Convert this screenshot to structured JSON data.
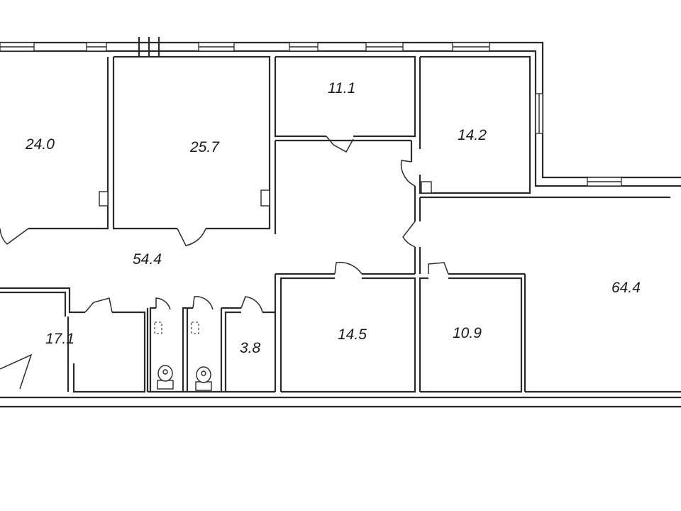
{
  "plan": {
    "rooms": [
      {
        "id": "room-a",
        "area": "24.0"
      },
      {
        "id": "room-b",
        "area": "25.7"
      },
      {
        "id": "room-c",
        "area": "11.1"
      },
      {
        "id": "room-d",
        "area": "14.2"
      },
      {
        "id": "corridor",
        "area": "54.4"
      },
      {
        "id": "room-e",
        "area": "17.1"
      },
      {
        "id": "room-f",
        "area": "3.8"
      },
      {
        "id": "room-g",
        "area": "14.5"
      },
      {
        "id": "room-h",
        "area": "10.9"
      },
      {
        "id": "room-i",
        "area": "64.4"
      }
    ]
  },
  "colors": {
    "line": "#2a2a2a",
    "background": "#ffffff"
  }
}
